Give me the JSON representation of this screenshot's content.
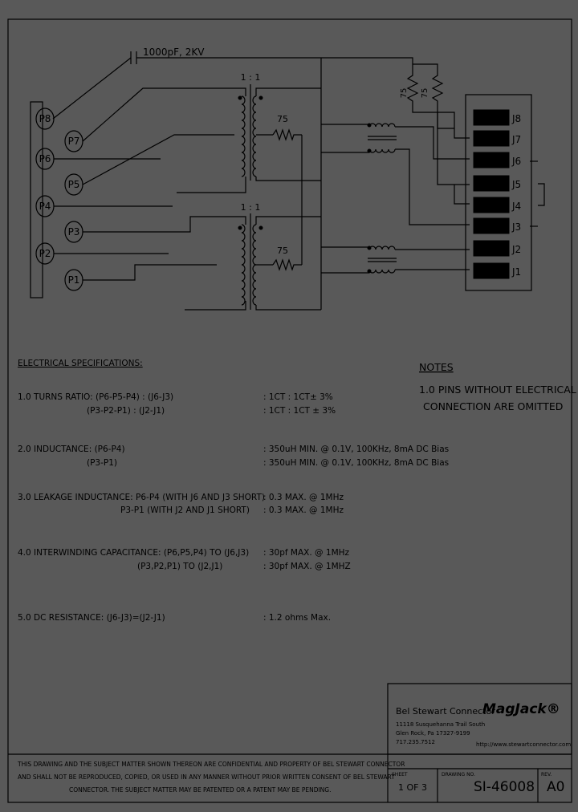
{
  "schematic": {
    "capacitor_label": "1000pF, 2KV",
    "transformer_top_ratio": "1 : 1",
    "transformer_bottom_ratio": "1 : 1",
    "resistor_top": "75",
    "resistor_bottom": "75",
    "resistor_vert_left": "75",
    "resistor_vert_right": "75",
    "p_pins": [
      "P8",
      "P7",
      "P6",
      "P5",
      "P4",
      "P3",
      "P2",
      "P1"
    ],
    "j_pins": [
      "J8",
      "J7",
      "J6",
      "J5",
      "J4",
      "J3",
      "J2",
      "J1"
    ]
  },
  "specs": {
    "heading": "ELECTRICAL SPECIFICATIONS:",
    "items": [
      {
        "label1": "1.0  TURNS RATIO:  (P6-P5-P4) : (J6-J3)",
        "value1": ":  1CT : 1CT± 3%",
        "label2": "(P3-P2-P1) : (J2-J1)",
        "value2": ":  1CT : 1CT ± 3%"
      },
      {
        "label1": "2.0  INDUCTANCE:  (P6-P4)",
        "value1": ":  350uH MIN. @ 0.1V, 100KHz, 8mA DC Bias",
        "label2": "(P3-P1)",
        "value2": ":  350uH MIN. @ 0.1V, 100KHz, 8mA DC Bias"
      },
      {
        "label1": "3.0  LEAKAGE INDUCTANCE:  P6-P4 (WITH J6 AND J3 SHORT)",
        "value1": ":  0.3 MAX. @ 1MHz",
        "label2": "P3-P1 (WITH J2 AND J1 SHORT)",
        "value2": ":  0.3 MAX. @ 1MHz"
      },
      {
        "label1": "4.0  INTERWINDING CAPACITANCE:  (P6,P5,P4) TO (J6,J3)",
        "value1": ":  30pf MAX. @ 1MHz",
        "label2": "(P3,P2,P1) TO (J2,J1)",
        "value2": ":  30pf MAX. @ 1MHZ"
      },
      {
        "label1": "5.0  DC RESISTANCE:  (J6-J3)=(J2-J1)",
        "value1": ":  1.2 ohms Max."
      }
    ]
  },
  "notes": {
    "heading": "NOTES",
    "line1": "1.0 PINS WITHOUT ELECTRICAL",
    "line2": "CONNECTION ARE OMITTED"
  },
  "title_block": {
    "company": "Bel Stewart Connector",
    "address1": "11118 Susquehanna Trail South",
    "address2": "Glen Rock, Pa  17327-9199",
    "phone": "717.235.7512",
    "logo": "MagJack®",
    "url": "http://www.stewartconnector.com",
    "disclaimer1": "THIS DRAWING AND THE SUBJECT MATTER SHOWN THEREON ARE CONFIDENTIAL AND PROPERTY OF BEL STEWART CONNECTOR",
    "disclaimer2": "AND SHALL NOT BE REPRODUCED, COPIED, OR USED IN ANY MANNER WITHOUT PRIOR WRITTEN CONSENT OF BEL STEWART",
    "disclaimer3": "CONNECTOR.  THE SUBJECT MATTER MAY BE PATENTED OR A PATENT MAY BE PENDING.",
    "sheet_label": "SHEET",
    "sheet_value": "1 OF 3",
    "drawing_no_label": "DRAWING NO.",
    "drawing_no": "SI-46008",
    "rev_label": "REV.",
    "rev": "A0"
  }
}
